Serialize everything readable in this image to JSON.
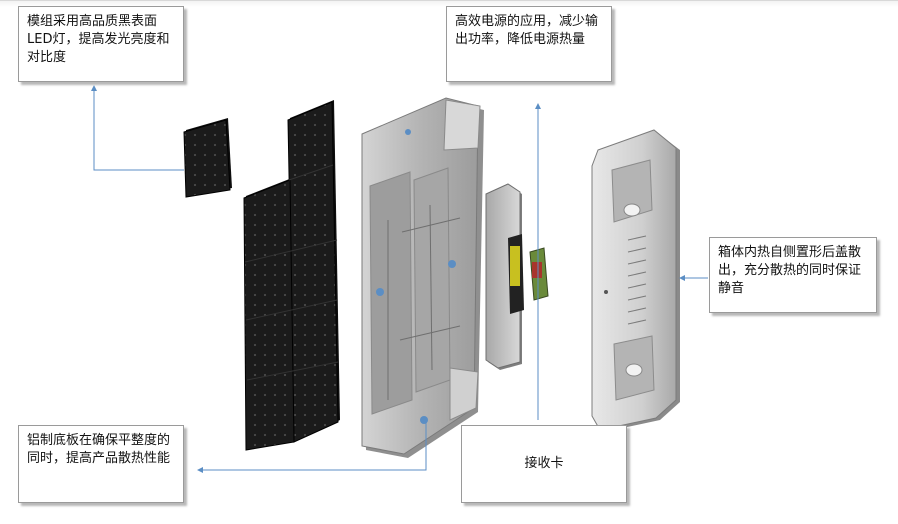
{
  "callouts": {
    "module": "模组采用高品质黑表面LED灯，提高发光亮度和对比度",
    "power": "高效电源的应用，减少输出功率，降低电源热量",
    "cabinet": "箱体内热自侧置形后盖散出，充分散热的同时保证静音",
    "base": "铝制底板在确保平整度的同时，提高产品散热性能",
    "card": "接收卡"
  },
  "colors": {
    "module_black": "#1b1b1b",
    "frame_gray": "#b9b9b9",
    "connector": "#5b8ec4",
    "card_green": "#6a8a3a",
    "card_red": "#a8342c"
  }
}
